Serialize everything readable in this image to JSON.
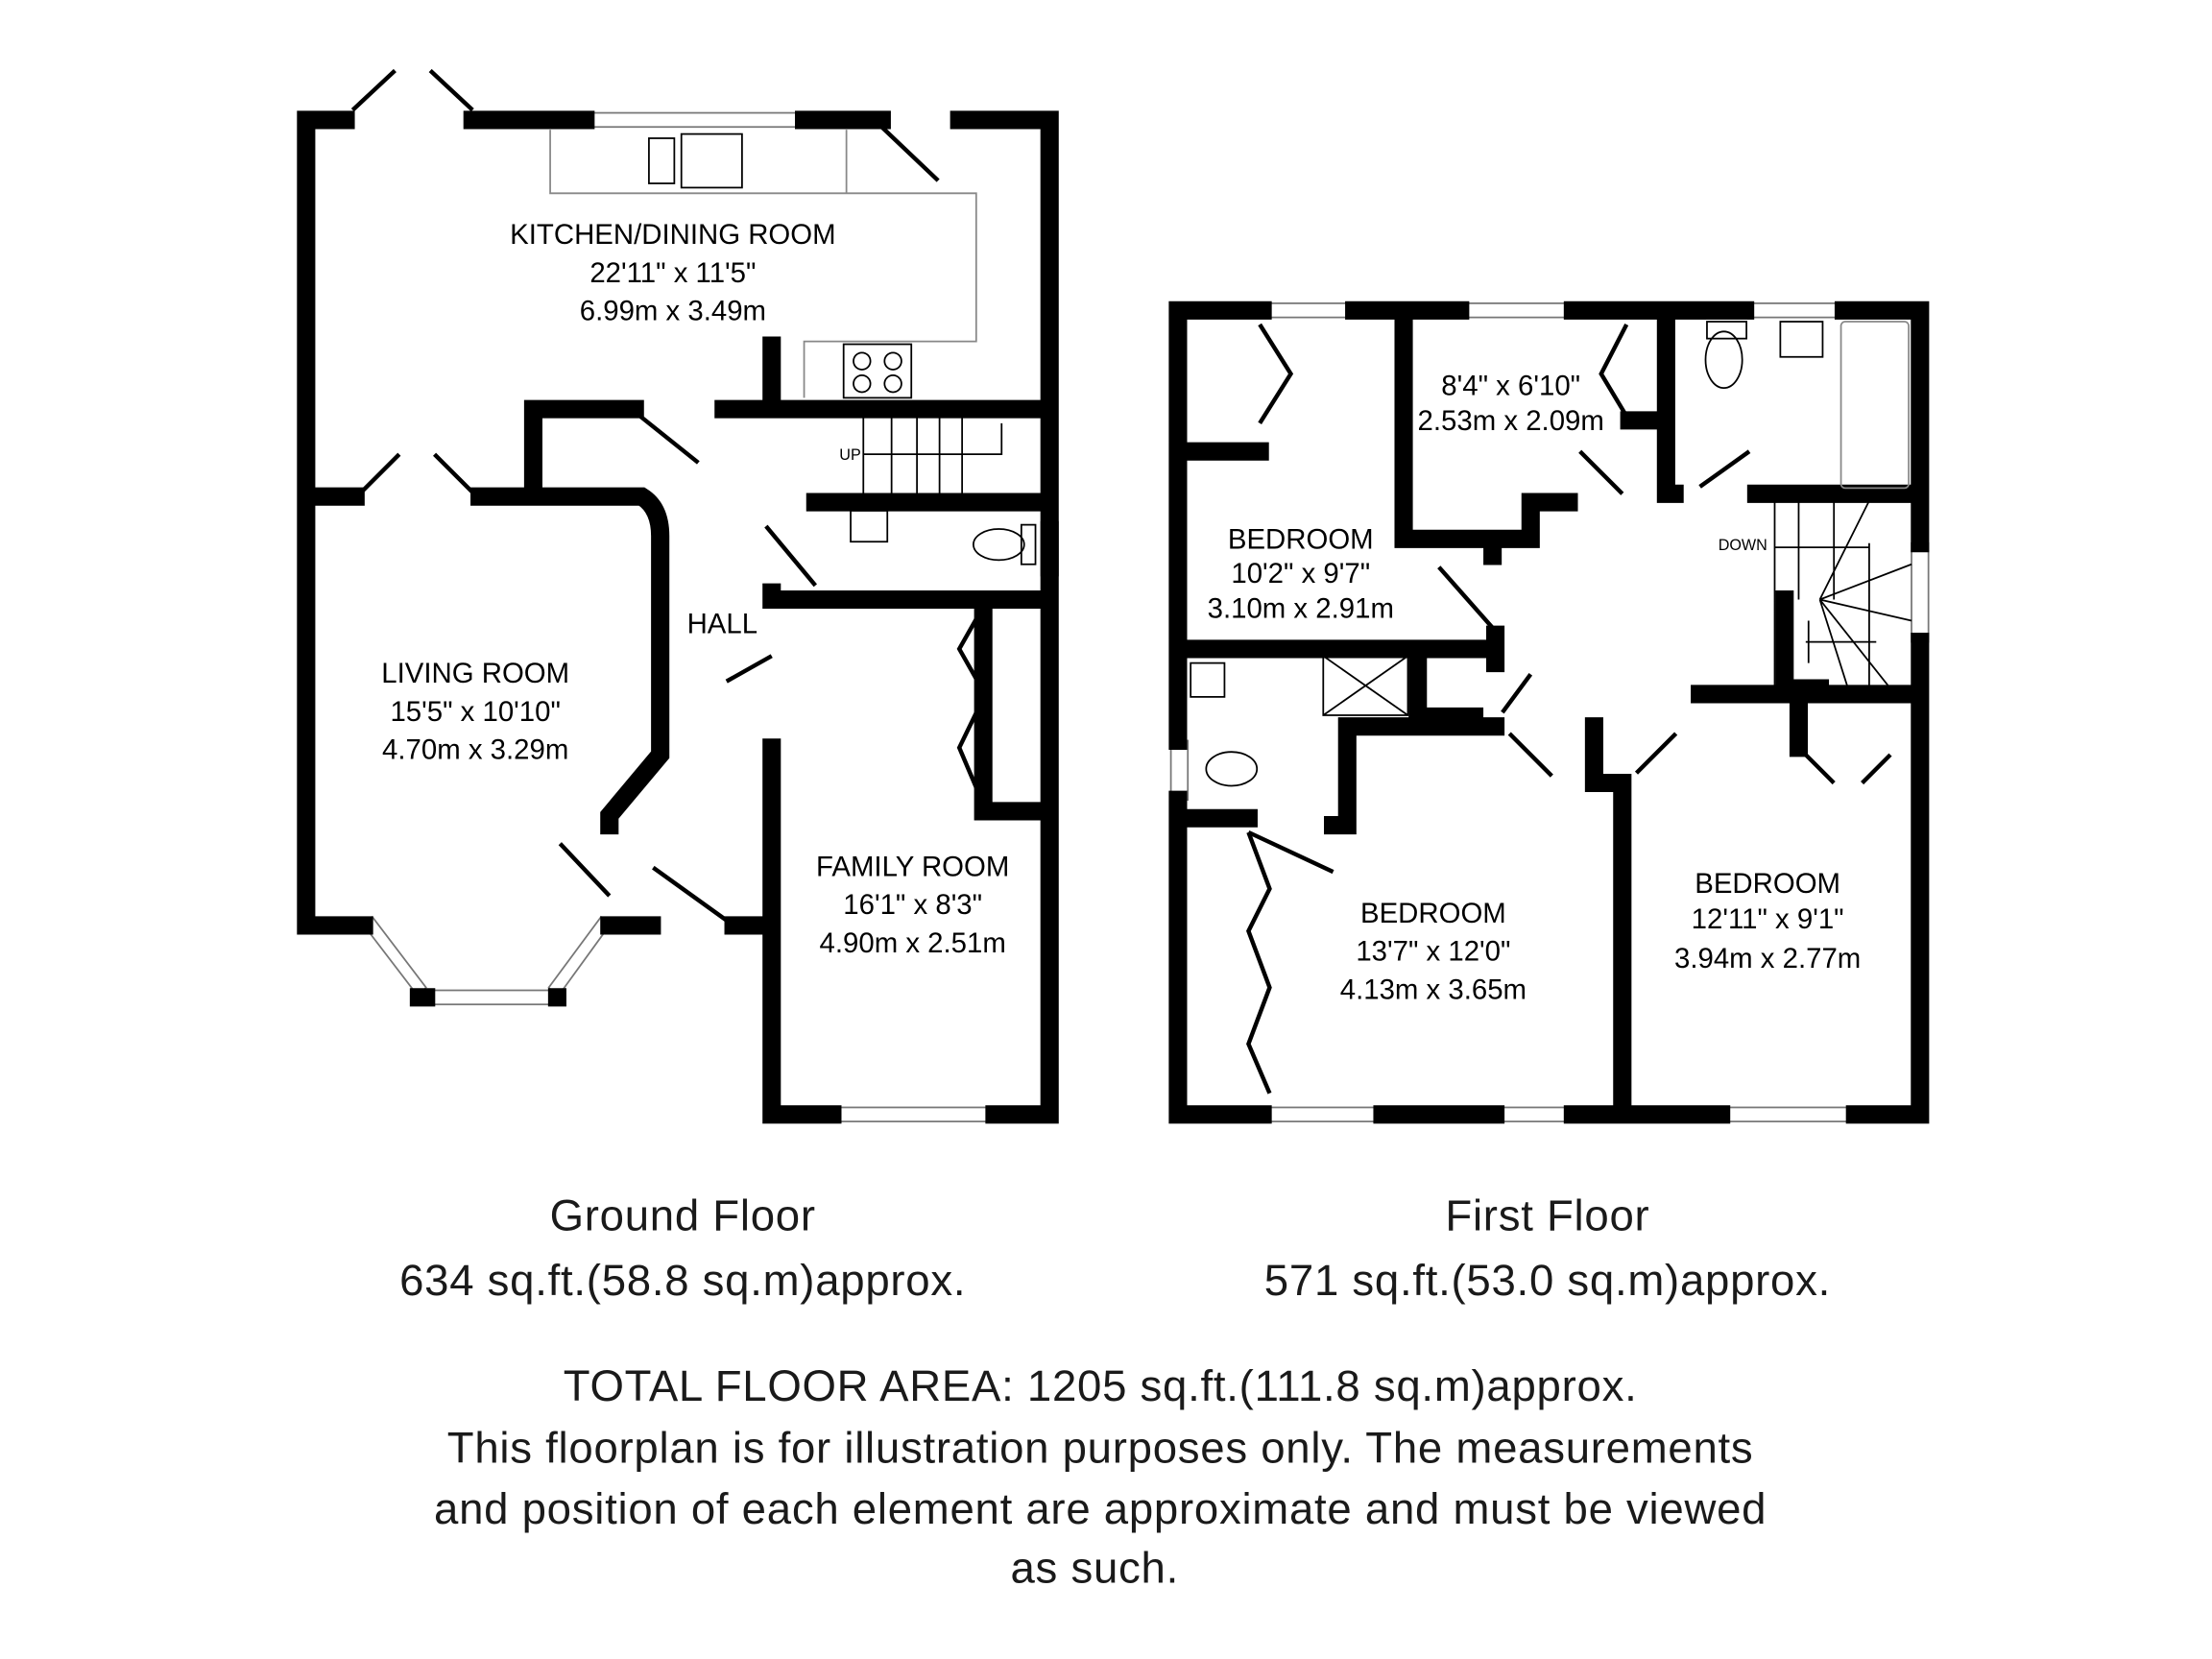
{
  "ground_floor": {
    "rooms": [
      {
        "name": "KITCHEN/DINING ROOM",
        "imperial": "22'11\" x 11'5\"",
        "metric": "6.99m x 3.49m"
      },
      {
        "name": "LIVING ROOM",
        "imperial": "15'5\" x 10'10\"",
        "metric": "4.70m x 3.29m"
      },
      {
        "name": "HALL"
      },
      {
        "name": "FAMILY ROOM",
        "imperial": "16'1\" x 8'3\"",
        "metric": "4.90m x 2.51m"
      }
    ],
    "stair_label": "UP",
    "title": "Ground Floor",
    "area": "634 sq.ft.(58.8 sq.m)approx."
  },
  "first_floor": {
    "rooms": [
      {
        "name": "BEDROOM",
        "imperial": "10'2\" x 9'7\"",
        "metric": "3.10m x 2.91m"
      },
      {
        "imperial": "8'4\" x 6'10\"",
        "metric": "2.53m x 2.09m"
      },
      {
        "name": "BEDROOM",
        "imperial": "13'7\" x 12'0\"",
        "metric": "4.13m x 3.65m"
      },
      {
        "name": "BEDROOM",
        "imperial": "12'11\" x 9'1\"",
        "metric": "3.94m x 2.77m"
      }
    ],
    "stair_label": "DOWN",
    "title": "First Floor",
    "area": "571 sq.ft.(53.0 sq.m)approx."
  },
  "footer": {
    "total": "TOTAL FLOOR AREA: 1205 sq.ft.(111.8 sq.m)approx.",
    "disclaimer": [
      "This floorplan is for illustration purposes only. The measurements",
      "and position of each element are approximate and must be viewed",
      "as such."
    ]
  }
}
